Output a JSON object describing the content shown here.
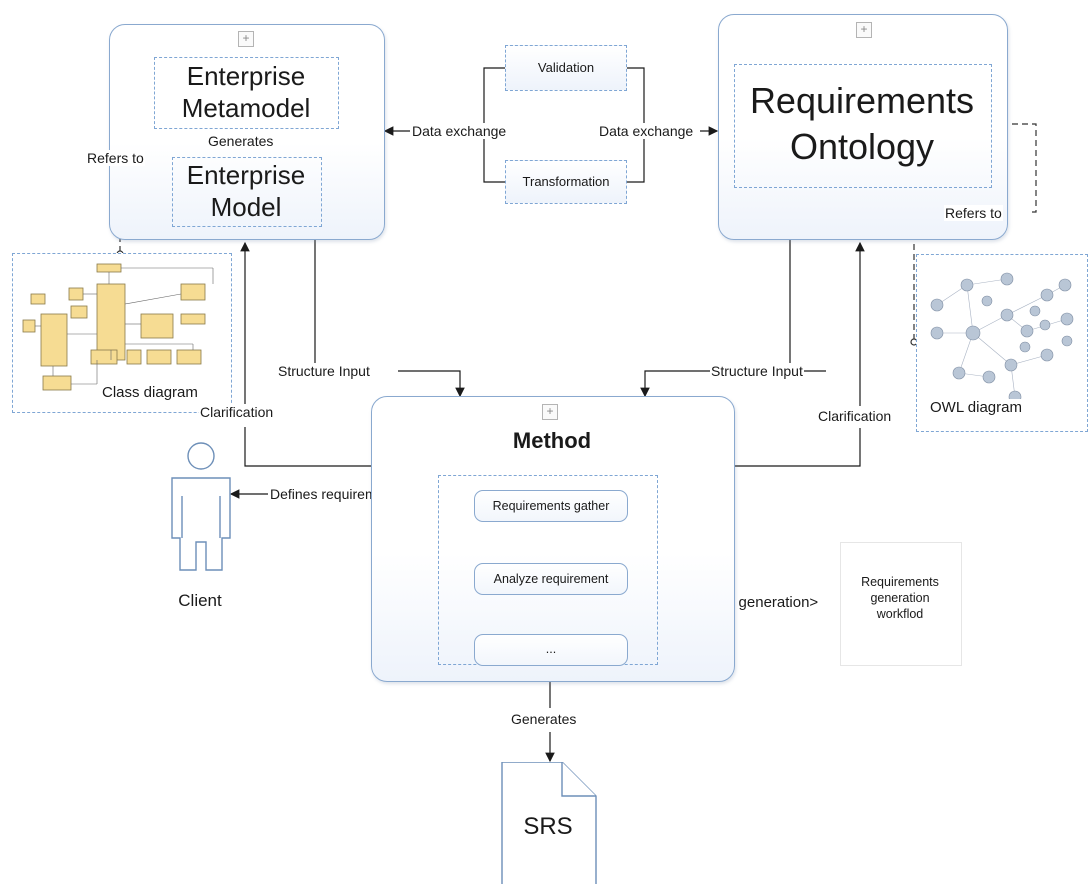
{
  "enterprise": {
    "metamodel": "Enterprise Metamodel",
    "generates": "Generates",
    "model": "Enterprise Model",
    "refers_to": "Refers to"
  },
  "exchange": {
    "validation": "Validation",
    "transformation": "Transformation",
    "data_exchange_left": "Data exchange",
    "data_exchange_right": "Data exchange"
  },
  "ontology": {
    "title": "Requirements Ontology",
    "refers_to": "Refers to"
  },
  "class_diagram": {
    "caption": "Class diagram"
  },
  "owl_diagram": {
    "caption": "OWL diagram"
  },
  "labels": {
    "structure_input_left": "Structure Input",
    "structure_input_right": "Structure Input",
    "clarification_left": "Clarification",
    "clarification_right": "Clarification",
    "defines_requirements": "Defines requirements",
    "requirements_generation": "Requirements generation>",
    "generates": "Generates"
  },
  "method": {
    "title": "Method",
    "steps": [
      "Requirements gather",
      "Analyze requirement",
      "..."
    ]
  },
  "client": {
    "label": "Client"
  },
  "workflow": {
    "label": "Requirements generation workflod"
  },
  "srs": {
    "label": "SRS"
  }
}
